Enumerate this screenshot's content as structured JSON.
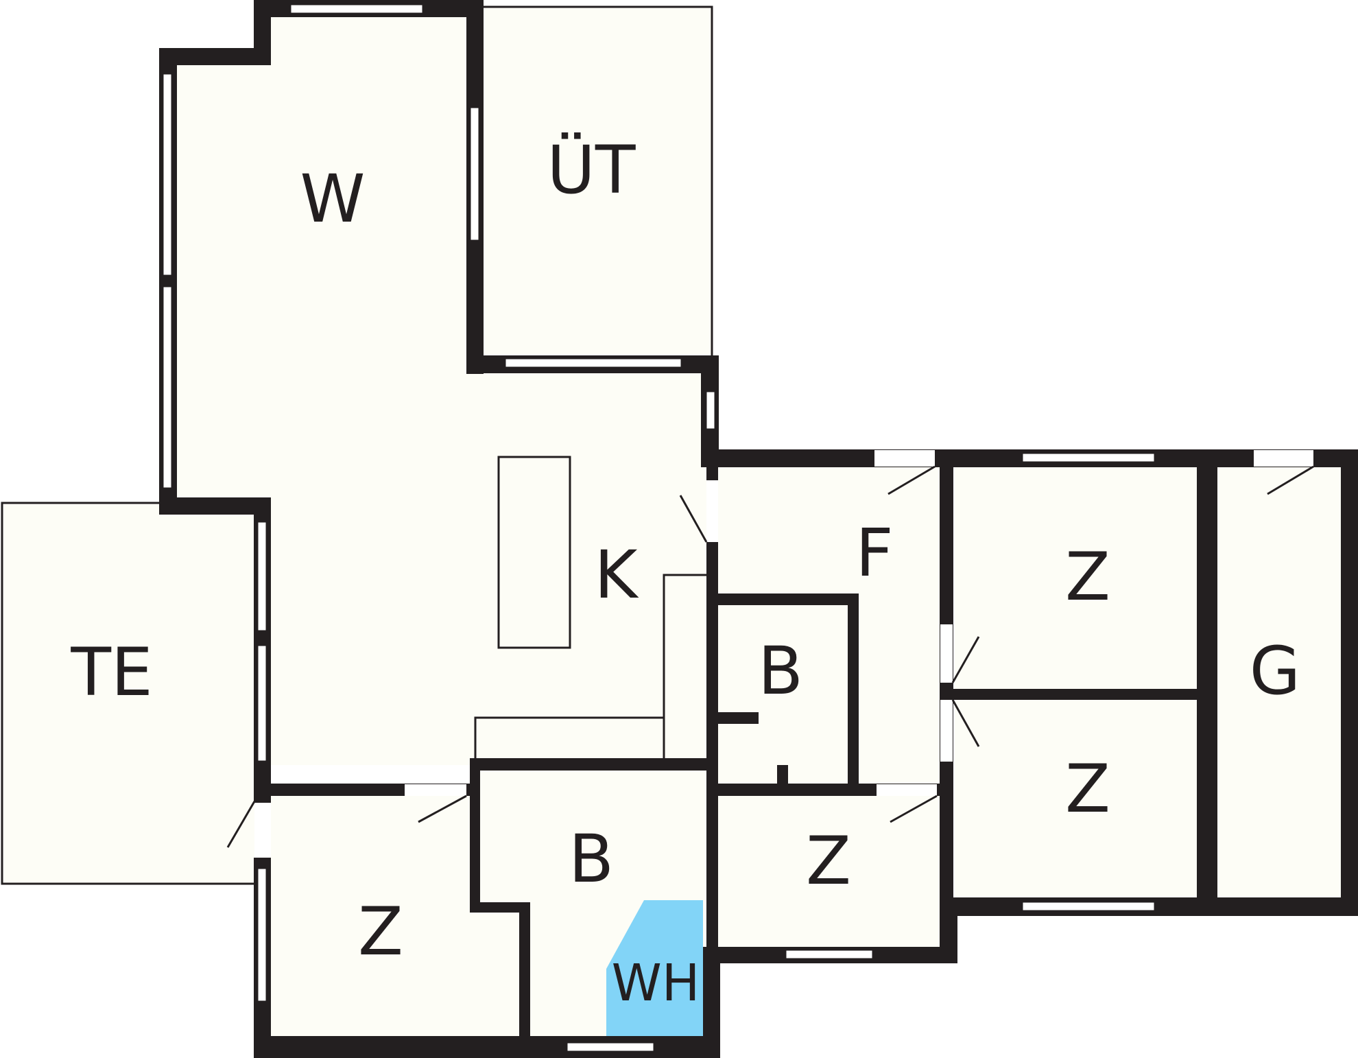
{
  "rooms": {
    "w": "W",
    "ut": "ÜT",
    "k": "K",
    "te": "TE",
    "f": "F",
    "b_upper": "B",
    "b_lower": "B",
    "z_left": "Z",
    "z_mid": "Z",
    "z_right_top": "Z",
    "z_right_bottom": "Z",
    "g": "G",
    "wh": "WH"
  },
  "colors": {
    "wall": "#231f20",
    "floor": "#fdfdf6",
    "wh_fixture": "#82d4f7"
  }
}
